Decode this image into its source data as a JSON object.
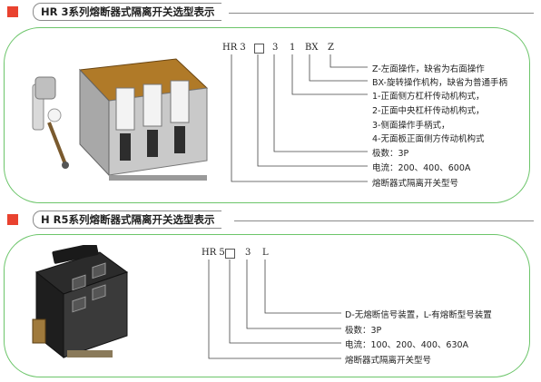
{
  "section1": {
    "title": "HR 3系列熔断器式隔离开关选型表示",
    "code": [
      "HR 3",
      "3",
      "1",
      "BX",
      "Z"
    ],
    "descriptions": [
      "Z-左面操作，缺省为右面操作",
      "BX-旋转操作机构，缺省为普通手柄",
      "1-正面侧方杠杆传动机构式，",
      "2-正面中央杠杆传动机构式，",
      "3-侧面操作手柄式，",
      "4-无面板正面侧方传动机构式",
      "极数：3P",
      "电流：200、400、600A",
      "熔断器式隔离开关型号"
    ]
  },
  "section2": {
    "title": "H R5系列熔断器式隔离开关选型表示",
    "code": [
      "HR 5",
      "3",
      "L"
    ],
    "descriptions": [
      "D-无熔断信号装置，L-有熔断型号装置",
      "极数：3P",
      "电流：100、200、400、630A",
      "熔断器式隔离开关型号"
    ]
  },
  "colors": {
    "marker": "#e9422f",
    "card_border": "#6cc56a"
  }
}
